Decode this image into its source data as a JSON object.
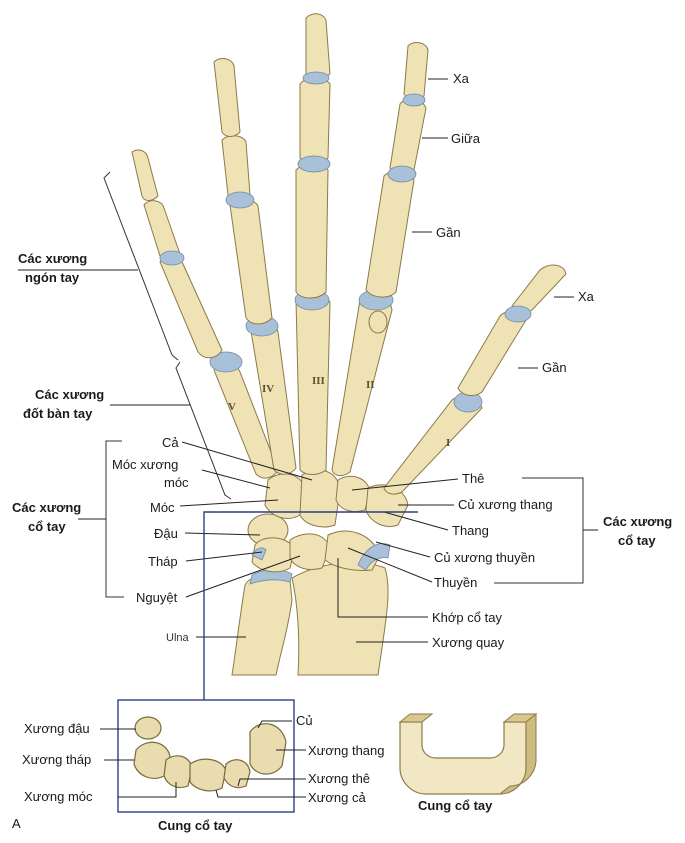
{
  "labels": {
    "phalanges_group": [
      "Các xương",
      "ngón tay"
    ],
    "metacarpals_group": [
      "Các xương",
      "đốt bàn tay"
    ],
    "carpals_group_left": [
      "Các xương",
      "cổ tay"
    ],
    "carpals_group_right": [
      "Các xương",
      "cổ tay"
    ],
    "distal_finger": "Xa",
    "middle_finger": "Giữa",
    "proximal_finger": "Gần",
    "distal_thumb": "Xa",
    "proximal_thumb": "Gần",
    "capitate": "Cả",
    "hook_of_hamate": [
      "Móc xương",
      "móc"
    ],
    "hamate": "Móc",
    "pisiform": "Đậu",
    "triquetrum": "Tháp",
    "lunate": "Nguyệt",
    "trapezoid": "Thê",
    "trapezium_tubercle": "Củ xương thang",
    "trapezium": "Thang",
    "scaphoid_tubercle": "Củ xương thuyền",
    "scaphoid": "Thuyền",
    "wrist_joint": "Khớp cổ tay",
    "radius": "Xương quay",
    "ulna": "Ulna"
  },
  "roman_numerals": [
    "I",
    "II",
    "III",
    "IV",
    "V"
  ],
  "inset": {
    "pisiform": "Xương đậu",
    "triquetrum": "Xương tháp",
    "hamate": "Xương móc",
    "tubercle": "Củ",
    "trapezium": "Xương thang",
    "trapezoid": "Xương thê",
    "capitate": "Xương cả",
    "caption": "Cung cổ tay"
  },
  "model_caption": "Cung cổ tay",
  "figure_letter": "A"
}
